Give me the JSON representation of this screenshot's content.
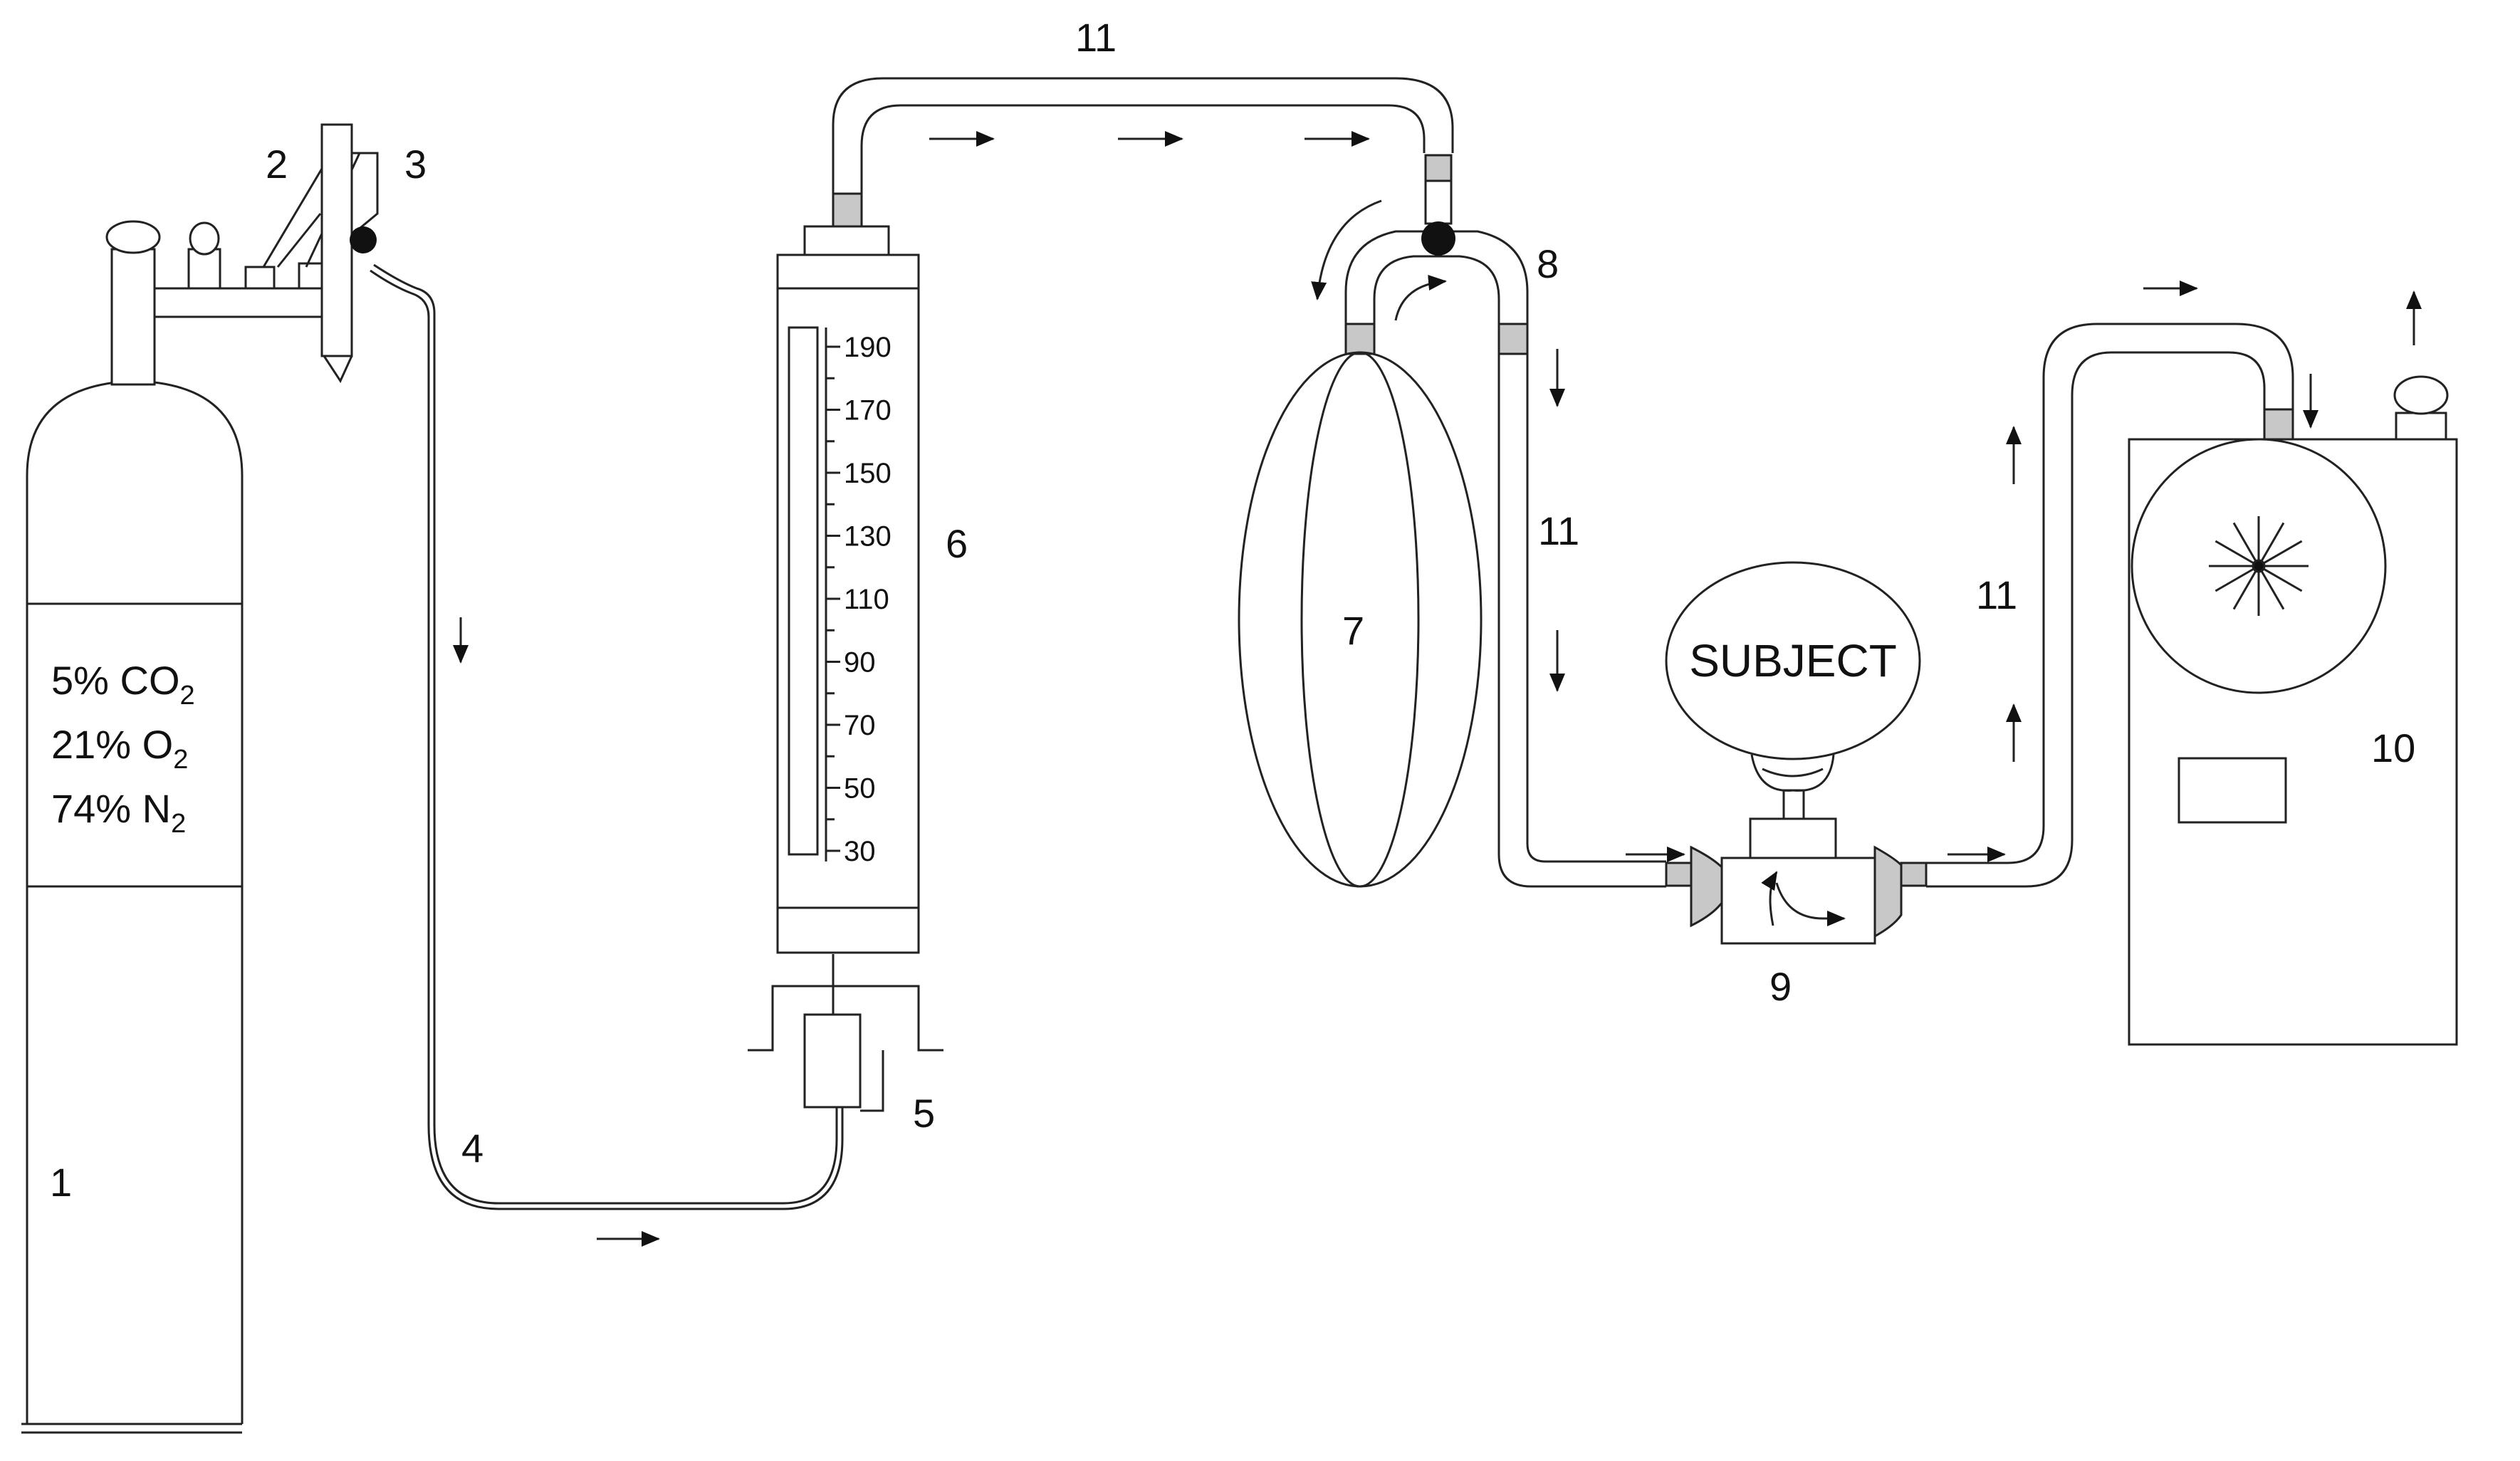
{
  "labels": {
    "n1": "1",
    "n2": "2",
    "n3": "3",
    "n4": "4",
    "n5": "5",
    "n6": "6",
    "n7": "7",
    "n8": "8",
    "n9": "9",
    "n10": "10",
    "n11a": "11",
    "n11b": "11",
    "n11c": "11"
  },
  "cylinder": {
    "line1": {
      "main": "5% CO",
      "sub": "2"
    },
    "line2": {
      "main": "21% O",
      "sub": "2"
    },
    "line3": {
      "main": "74% N",
      "sub": "2"
    }
  },
  "flowmeter": {
    "ticks": [
      "190",
      "170",
      "150",
      "130",
      "110",
      "90",
      "70",
      "50",
      "30"
    ]
  },
  "subject": "SUBJECT",
  "colors": {
    "line": "#222222",
    "connector": "#c8c8c8",
    "background": "#ffffff"
  },
  "icons": [
    "arrow-icon",
    "fan-icon",
    "valve-icon"
  ]
}
